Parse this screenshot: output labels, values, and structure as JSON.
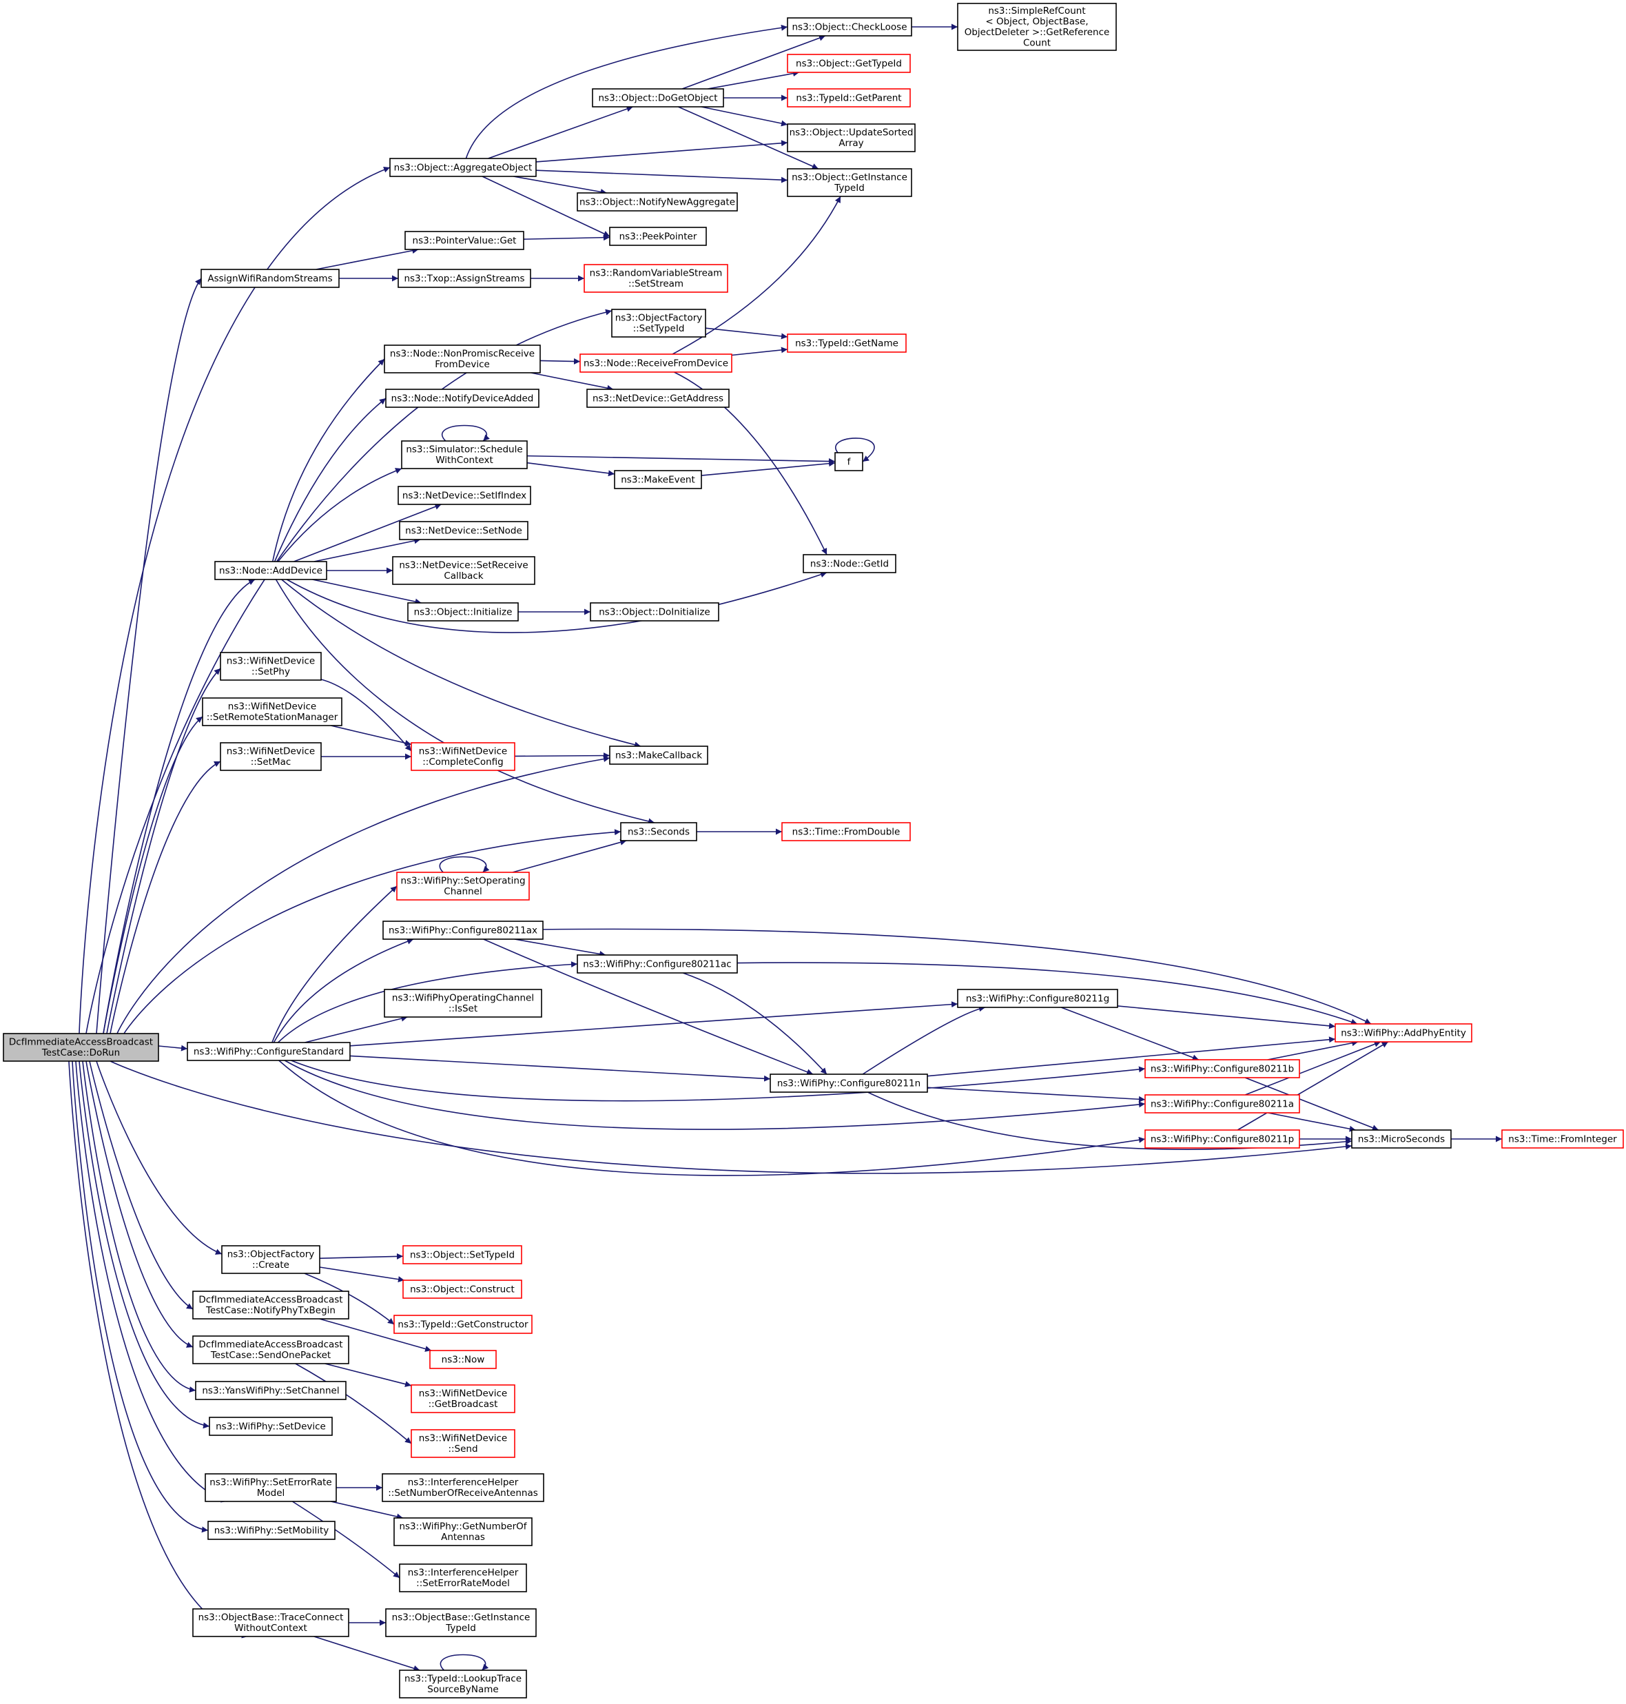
{
  "nodes": [
    {
      "id": "root",
      "lines": [
        "DcfImmediateAccessBroadcast",
        "TestCase::DoRun"
      ],
      "border": "black",
      "fill": "#bfbfbf"
    },
    {
      "id": "assign_wifi",
      "lines": [
        "AssignWifiRandomStreams"
      ],
      "border": "black"
    },
    {
      "id": "aggregate",
      "lines": [
        "ns3::Object::AggregateObject"
      ],
      "border": "black"
    },
    {
      "id": "check_loose",
      "lines": [
        "ns3::Object::CheckLoose"
      ],
      "border": "black"
    },
    {
      "id": "simple_ref",
      "lines": [
        "ns3::SimpleRefCount",
        "< Object, ObjectBase,",
        "ObjectDeleter >::GetReference",
        "Count"
      ],
      "border": "black"
    },
    {
      "id": "do_get_object",
      "lines": [
        "ns3::Object::DoGetObject"
      ],
      "border": "black"
    },
    {
      "id": "get_type_id",
      "lines": [
        "ns3::Object::GetTypeId"
      ],
      "border": "red"
    },
    {
      "id": "get_parent",
      "lines": [
        "ns3::TypeId::GetParent"
      ],
      "border": "red"
    },
    {
      "id": "update_sorted",
      "lines": [
        "ns3::Object::UpdateSorted",
        "Array"
      ],
      "border": "black"
    },
    {
      "id": "get_instance_tid",
      "lines": [
        "ns3::Object::GetInstance",
        "TypeId"
      ],
      "border": "black"
    },
    {
      "id": "notify_new_agg",
      "lines": [
        "ns3::Object::NotifyNewAggregate"
      ],
      "border": "black"
    },
    {
      "id": "pointer_get",
      "lines": [
        "ns3::PointerValue::Get"
      ],
      "border": "black"
    },
    {
      "id": "peek_pointer",
      "lines": [
        "ns3::PeekPointer"
      ],
      "border": "black"
    },
    {
      "id": "txop_assign",
      "lines": [
        "ns3::Txop::AssignStreams"
      ],
      "border": "black"
    },
    {
      "id": "rvs_setstream",
      "lines": [
        "ns3::RandomVariableStream",
        "::SetStream"
      ],
      "border": "red"
    },
    {
      "id": "objfactory_settid",
      "lines": [
        "ns3::ObjectFactory",
        "::SetTypeId"
      ],
      "border": "black"
    },
    {
      "id": "tid_getname",
      "lines": [
        "ns3::TypeId::GetName"
      ],
      "border": "red"
    },
    {
      "id": "node_nonpromisc",
      "lines": [
        "ns3::Node::NonPromiscReceive",
        "FromDevice"
      ],
      "border": "black"
    },
    {
      "id": "node_receive",
      "lines": [
        "ns3::Node::ReceiveFromDevice"
      ],
      "border": "red"
    },
    {
      "id": "netdev_getaddr",
      "lines": [
        "ns3::NetDevice::GetAddress"
      ],
      "border": "black"
    },
    {
      "id": "node_notify_dev",
      "lines": [
        "ns3::Node::NotifyDeviceAdded"
      ],
      "border": "black"
    },
    {
      "id": "sim_schedule",
      "lines": [
        "ns3::Simulator::Schedule",
        "WithContext"
      ],
      "border": "black"
    },
    {
      "id": "f",
      "lines": [
        "f"
      ],
      "border": "black"
    },
    {
      "id": "make_event",
      "lines": [
        "ns3::MakeEvent"
      ],
      "border": "black"
    },
    {
      "id": "netdev_setifindex",
      "lines": [
        "ns3::NetDevice::SetIfIndex"
      ],
      "border": "black"
    },
    {
      "id": "netdev_setnode",
      "lines": [
        "ns3::NetDevice::SetNode"
      ],
      "border": "black"
    },
    {
      "id": "netdev_setrecv",
      "lines": [
        "ns3::NetDevice::SetReceive",
        "Callback"
      ],
      "border": "black"
    },
    {
      "id": "node_getid",
      "lines": [
        "ns3::Node::GetId"
      ],
      "border": "black"
    },
    {
      "id": "node_adddevice",
      "lines": [
        "ns3::Node::AddDevice"
      ],
      "border": "black"
    },
    {
      "id": "obj_initialize",
      "lines": [
        "ns3::Object::Initialize"
      ],
      "border": "black"
    },
    {
      "id": "obj_doinitialize",
      "lines": [
        "ns3::Object::DoInitialize"
      ],
      "border": "black"
    },
    {
      "id": "wnd_setphy",
      "lines": [
        "ns3::WifiNetDevice",
        "::SetPhy"
      ],
      "border": "black"
    },
    {
      "id": "wnd_setrsm",
      "lines": [
        "ns3::WifiNetDevice",
        "::SetRemoteStationManager"
      ],
      "border": "black"
    },
    {
      "id": "wnd_setmac",
      "lines": [
        "ns3::WifiNetDevice",
        "::SetMac"
      ],
      "border": "black"
    },
    {
      "id": "wnd_complete",
      "lines": [
        "ns3::WifiNetDevice",
        "::CompleteConfig"
      ],
      "border": "red"
    },
    {
      "id": "make_callback",
      "lines": [
        "ns3::MakeCallback"
      ],
      "border": "black"
    },
    {
      "id": "seconds",
      "lines": [
        "ns3::Seconds"
      ],
      "border": "black"
    },
    {
      "id": "time_fromdouble",
      "lines": [
        "ns3::Time::FromDouble"
      ],
      "border": "red"
    },
    {
      "id": "phy_setopch",
      "lines": [
        "ns3::WifiPhy::SetOperating",
        "Channel"
      ],
      "border": "red"
    },
    {
      "id": "phy_80211ax",
      "lines": [
        "ns3::WifiPhy::Configure80211ax"
      ],
      "border": "black"
    },
    {
      "id": "phy_80211ac",
      "lines": [
        "ns3::WifiPhy::Configure80211ac"
      ],
      "border": "black"
    },
    {
      "id": "phy_opch_isset",
      "lines": [
        "ns3::WifiPhyOperatingChannel",
        "::IsSet"
      ],
      "border": "black"
    },
    {
      "id": "phy_80211g",
      "lines": [
        "ns3::WifiPhy::Configure80211g"
      ],
      "border": "black"
    },
    {
      "id": "phy_addphy",
      "lines": [
        "ns3::WifiPhy::AddPhyEntity"
      ],
      "border": "red"
    },
    {
      "id": "phy_cfgstd",
      "lines": [
        "ns3::WifiPhy::ConfigureStandard"
      ],
      "border": "black"
    },
    {
      "id": "phy_80211b",
      "lines": [
        "ns3::WifiPhy::Configure80211b"
      ],
      "border": "red"
    },
    {
      "id": "phy_80211n",
      "lines": [
        "ns3::WifiPhy::Configure80211n"
      ],
      "border": "black"
    },
    {
      "id": "phy_80211a",
      "lines": [
        "ns3::WifiPhy::Configure80211a"
      ],
      "border": "red"
    },
    {
      "id": "phy_80211p",
      "lines": [
        "ns3::WifiPhy::Configure80211p"
      ],
      "border": "red"
    },
    {
      "id": "microseconds",
      "lines": [
        "ns3::MicroSeconds"
      ],
      "border": "black"
    },
    {
      "id": "time_frominteger",
      "lines": [
        "ns3::Time::FromInteger"
      ],
      "border": "red"
    },
    {
      "id": "objfactory_create",
      "lines": [
        "ns3::ObjectFactory",
        "::Create"
      ],
      "border": "black"
    },
    {
      "id": "obj_settypeid",
      "lines": [
        "ns3::Object::SetTypeId"
      ],
      "border": "red"
    },
    {
      "id": "obj_construct",
      "lines": [
        "ns3::Object::Construct"
      ],
      "border": "red"
    },
    {
      "id": "tid_getctor",
      "lines": [
        "ns3::TypeId::GetConstructor"
      ],
      "border": "red"
    },
    {
      "id": "notify_txbegin",
      "lines": [
        "DcfImmediateAccessBroadcast",
        "TestCase::NotifyPhyTxBegin"
      ],
      "border": "black"
    },
    {
      "id": "now",
      "lines": [
        "ns3::Now"
      ],
      "border": "red"
    },
    {
      "id": "send_one",
      "lines": [
        "DcfImmediateAccessBroadcast",
        "TestCase::SendOnePacket"
      ],
      "border": "black"
    },
    {
      "id": "wnd_getbcast",
      "lines": [
        "ns3::WifiNetDevice",
        "::GetBroadcast"
      ],
      "border": "red"
    },
    {
      "id": "wnd_send",
      "lines": [
        "ns3::WifiNetDevice",
        "::Send"
      ],
      "border": "red"
    },
    {
      "id": "yans_setchannel",
      "lines": [
        "ns3::YansWifiPhy::SetChannel"
      ],
      "border": "black"
    },
    {
      "id": "phy_setdevice",
      "lines": [
        "ns3::WifiPhy::SetDevice"
      ],
      "border": "black"
    },
    {
      "id": "phy_seterm",
      "lines": [
        "ns3::WifiPhy::SetErrorRate",
        "Model"
      ],
      "border": "black"
    },
    {
      "id": "ih_setnumrx",
      "lines": [
        "ns3::InterferenceHelper",
        "::SetNumberOfReceiveAntennas"
      ],
      "border": "black"
    },
    {
      "id": "phy_getnumant",
      "lines": [
        "ns3::WifiPhy::GetNumberOf",
        "Antennas"
      ],
      "border": "black"
    },
    {
      "id": "ih_seterm",
      "lines": [
        "ns3::InterferenceHelper",
        "::SetErrorRateModel"
      ],
      "border": "black"
    },
    {
      "id": "phy_setmobility",
      "lines": [
        "ns3::WifiPhy::SetMobility"
      ],
      "border": "black"
    },
    {
      "id": "ob_traceconnect",
      "lines": [
        "ns3::ObjectBase::TraceConnect",
        "WithoutContext"
      ],
      "border": "black"
    },
    {
      "id": "ob_getinstancetid",
      "lines": [
        "ns3::ObjectBase::GetInstance",
        "TypeId"
      ],
      "border": "black"
    },
    {
      "id": "tid_lookuptrace",
      "lines": [
        "ns3::TypeId::LookupTrace",
        "SourceByName"
      ],
      "border": "black"
    }
  ]
}
